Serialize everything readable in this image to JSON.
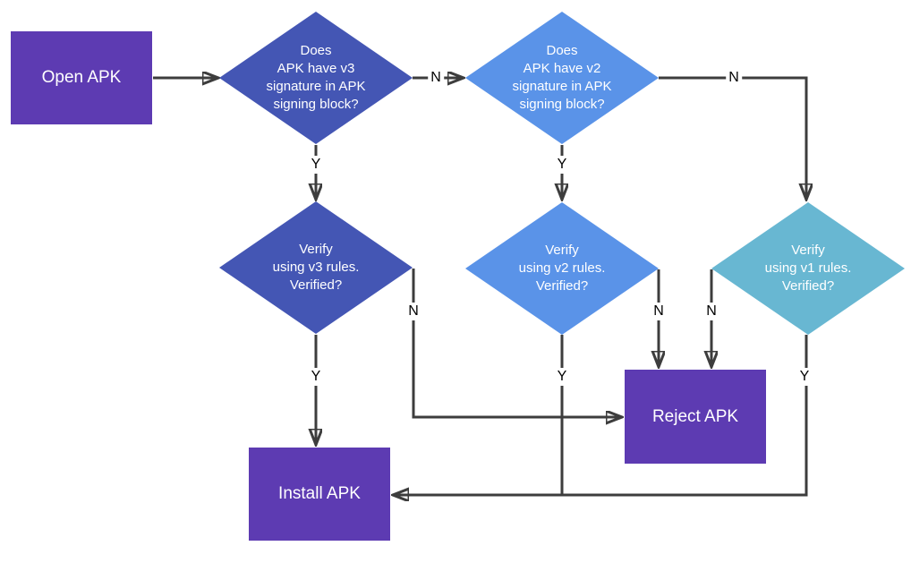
{
  "diagram": {
    "nodes": {
      "open_apk": {
        "label": "Open APK"
      },
      "q_v3": {
        "label": "Does\nAPK have v3\nsignature in APK\nsigning block?"
      },
      "q_v2": {
        "label": "Does\nAPK have v2\nsignature in APK\nsigning block?"
      },
      "verify_v3": {
        "label": "Verify\nusing v3 rules.\nVerified?"
      },
      "verify_v2": {
        "label": "Verify\nusing v2 rules.\nVerified?"
      },
      "verify_v1": {
        "label": "Verify\nusing v1 rules.\nVerified?"
      },
      "reject_apk": {
        "label": "Reject APK"
      },
      "install_apk": {
        "label": "Install APK"
      }
    },
    "edge_labels": {
      "yes": "Y",
      "no": "N"
    },
    "colors": {
      "process_fill": "#5d3bb2",
      "decision_v3_fill": "#4456b4",
      "decision_v2_fill": "#5a93e8",
      "decision_v1_fill": "#68b7d2",
      "connector": "#3d3d3d",
      "shape_text": "#ffffff",
      "label_text": "#000000",
      "background": "#ffffff"
    }
  }
}
